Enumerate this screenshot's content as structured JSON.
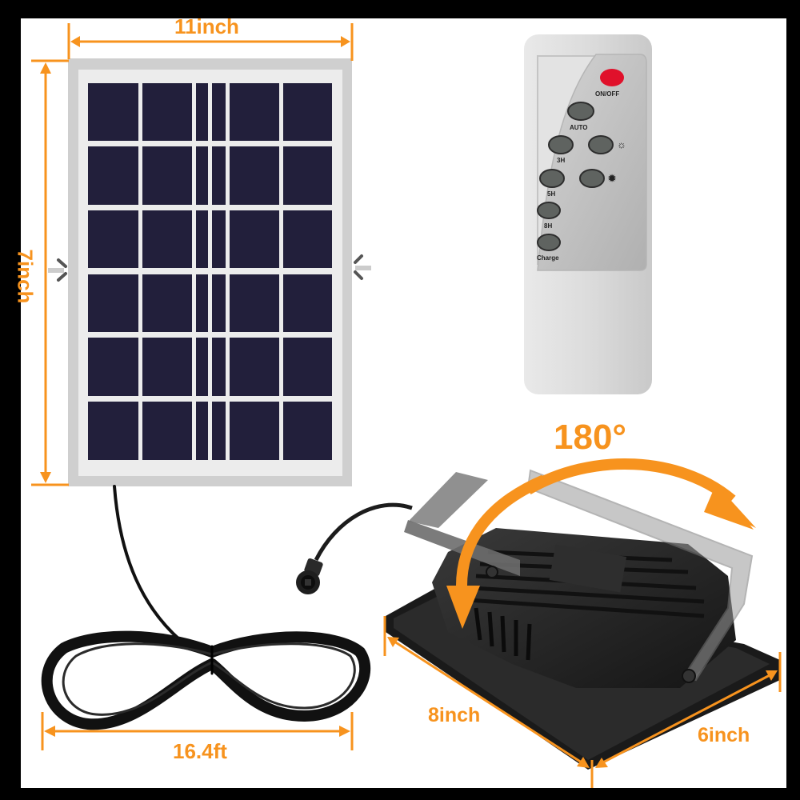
{
  "scene": {
    "background": "#000000",
    "canvas_color": "#ffffff",
    "accent_color": "#F7931E"
  },
  "solar_panel": {
    "width_label": "11inch",
    "height_label": "7inch",
    "cell_color": "#221f3b",
    "frame_color": "#cfcfcf",
    "rows": 6,
    "columns": 6
  },
  "cable": {
    "length_label": "16.4ft"
  },
  "remote": {
    "buttons": [
      {
        "id": "onoff",
        "label": "ON/OFF",
        "color": "#e0112b"
      },
      {
        "id": "auto",
        "label": "AUTO",
        "color": "#5f6360"
      },
      {
        "id": "3h",
        "label": "3H",
        "color": "#5f6360"
      },
      {
        "id": "brightness-up",
        "label": "☼",
        "color": "#5f6360"
      },
      {
        "id": "5h",
        "label": "5H",
        "color": "#5f6360"
      },
      {
        "id": "brightness-down",
        "label": "✹",
        "color": "#5f6360"
      },
      {
        "id": "8h",
        "label": "8H",
        "color": "#5f6360"
      },
      {
        "id": "charge",
        "label": "Charge",
        "color": "#5f6360"
      }
    ]
  },
  "floodlight": {
    "rotation_label": "180°",
    "length_label": "8inch",
    "width_label": "6inch"
  }
}
